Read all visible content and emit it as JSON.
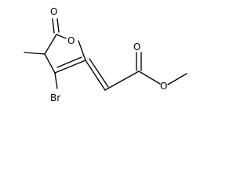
{
  "molecule": {
    "atoms": {
      "carbonyl_oxygen_ring": "O",
      "ring_oxygen": "O",
      "bromine": "Br",
      "ester_carbonyl_oxygen": "O",
      "ester_oxygen": "O"
    }
  },
  "colors": {
    "bond": "#000000",
    "label": "#000000",
    "background": "#ffffff"
  }
}
